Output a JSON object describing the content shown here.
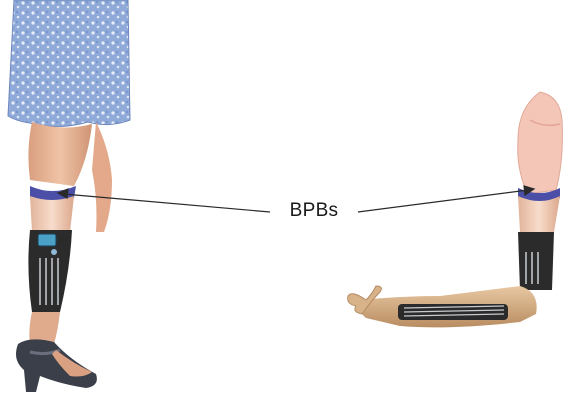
{
  "annotation": {
    "label": "BPBs"
  },
  "figures": [
    {
      "name": "prosthetic-leg",
      "description_icon": "lower-leg-prosthesis"
    },
    {
      "name": "prosthetic-arm",
      "description_icon": "upper-arm-prosthesis"
    }
  ],
  "colors": {
    "skirt": "#8fa9d8",
    "skin": "#e8b59a",
    "socket_skin": "#f3c6b8",
    "prosthesis_dark": "#2b2b2b",
    "liner_band": "#4b4fa8",
    "shoe": "#3a3f4a",
    "arm_tan": "#d9b58c"
  }
}
